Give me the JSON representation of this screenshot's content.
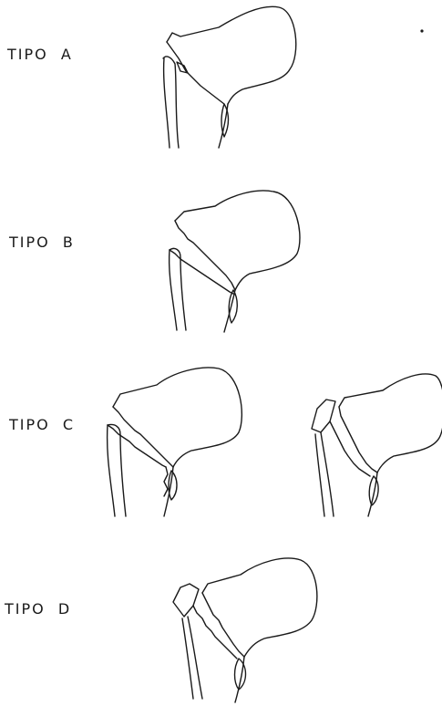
{
  "figure": {
    "labels": {
      "tipo_a": "TIPO  A",
      "tipo_b": "TIPO  B",
      "tipo_c": "TIPO  C",
      "tipo_d": "TIPO  D"
    },
    "line_color": "#1a1a1a",
    "background_color": "#ffffff"
  }
}
